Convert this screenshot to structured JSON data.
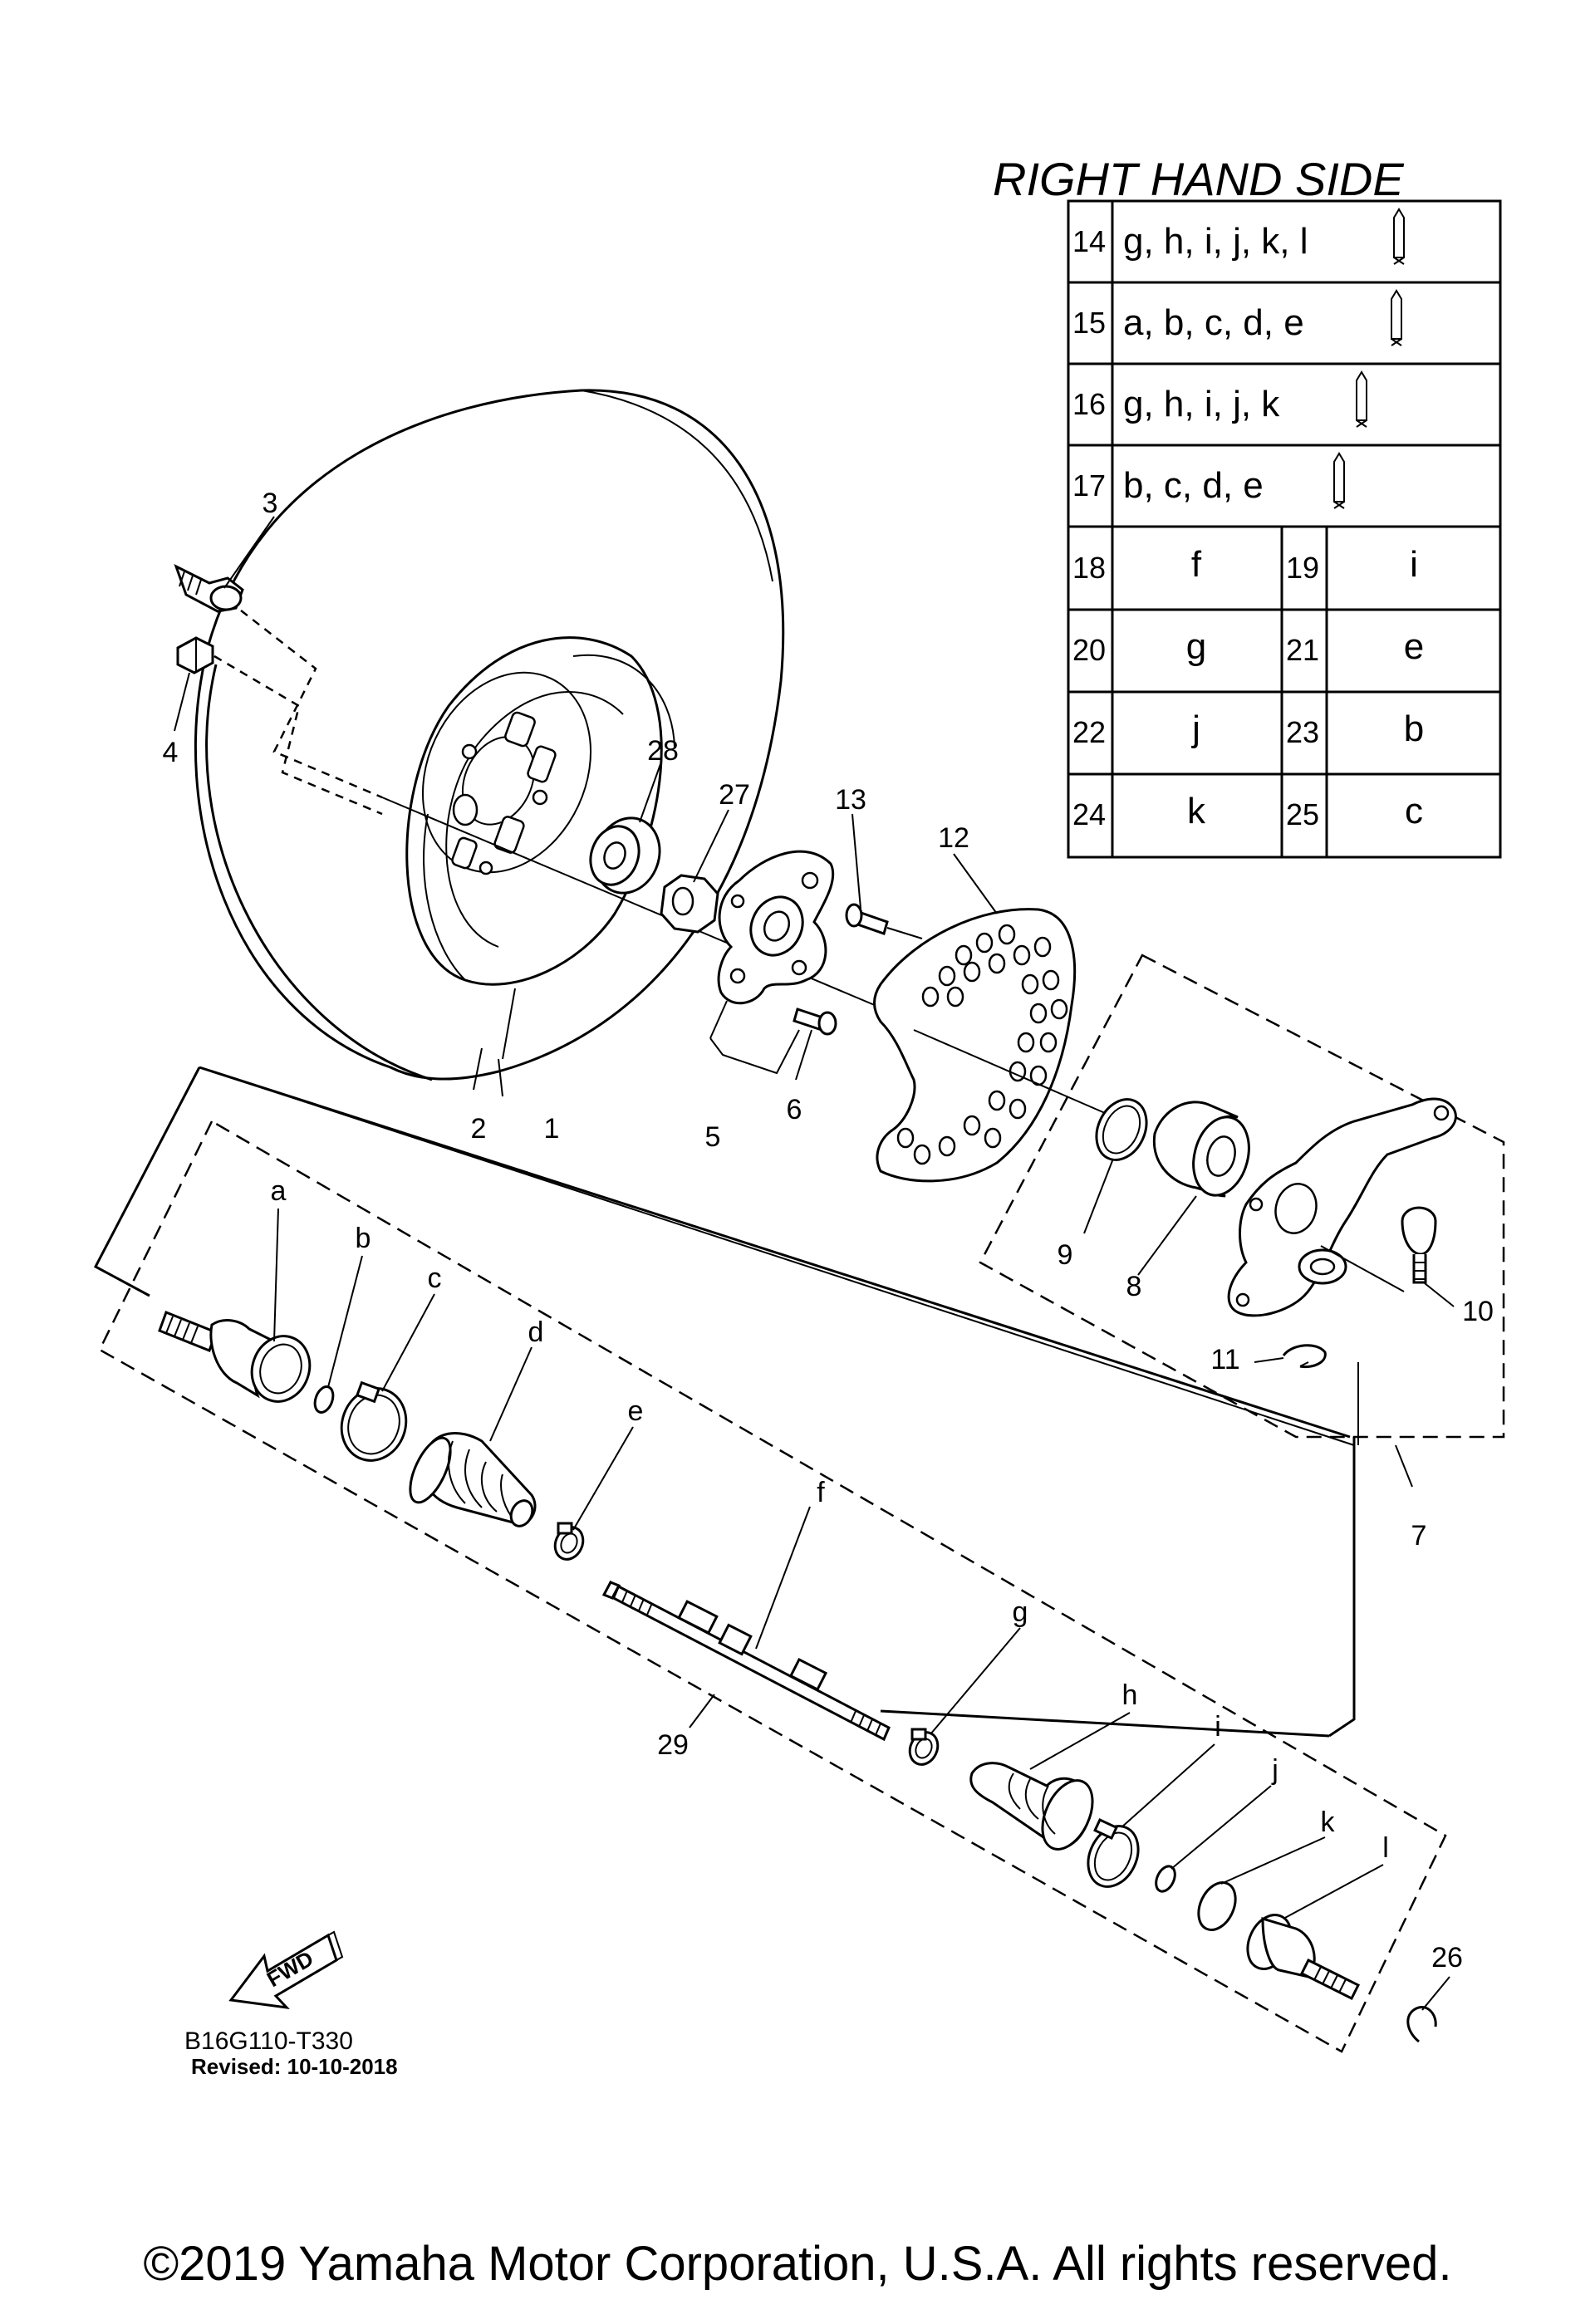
{
  "table": {
    "title": "RIGHT HAND SIDE",
    "rows_full": [
      {
        "num": "14",
        "text": "g, h, i, j, k, l"
      },
      {
        "num": "15",
        "text": "a, b, c, d, e"
      },
      {
        "num": "16",
        "text": "g, h, i, j, k"
      },
      {
        "num": "17",
        "text": "b, c, d, e"
      }
    ],
    "rows_pair": [
      {
        "num1": "18",
        "val1": "f",
        "num2": "19",
        "val2": "i"
      },
      {
        "num1": "20",
        "val1": "g",
        "num2": "21",
        "val2": "e"
      },
      {
        "num1": "22",
        "val1": "j",
        "num2": "23",
        "val2": "b"
      },
      {
        "num1": "24",
        "val1": "k",
        "num2": "25",
        "val2": "c"
      }
    ]
  },
  "callouts": {
    "p1": "1",
    "p2": "2",
    "p3": "3",
    "p4": "4",
    "p5": "5",
    "p6": "6",
    "p7": "7",
    "p8": "8",
    "p9": "9",
    "p10": "10",
    "p11": "11",
    "p12": "12",
    "p13": "13",
    "p26": "26",
    "p27": "27",
    "p28": "28",
    "p29": "29",
    "a": "a",
    "b": "b",
    "c": "c",
    "d": "d",
    "e": "e",
    "f": "f",
    "g": "g",
    "h": "h",
    "i": "i",
    "j": "j",
    "k": "k",
    "l": "l"
  },
  "fwd_label": "FWD",
  "diagram_code": "B16G110-T330",
  "revised": "Revised: 10-10-2018",
  "copyright": "©2019 Yamaha Motor Corporation, U.S.A. All rights reserved."
}
